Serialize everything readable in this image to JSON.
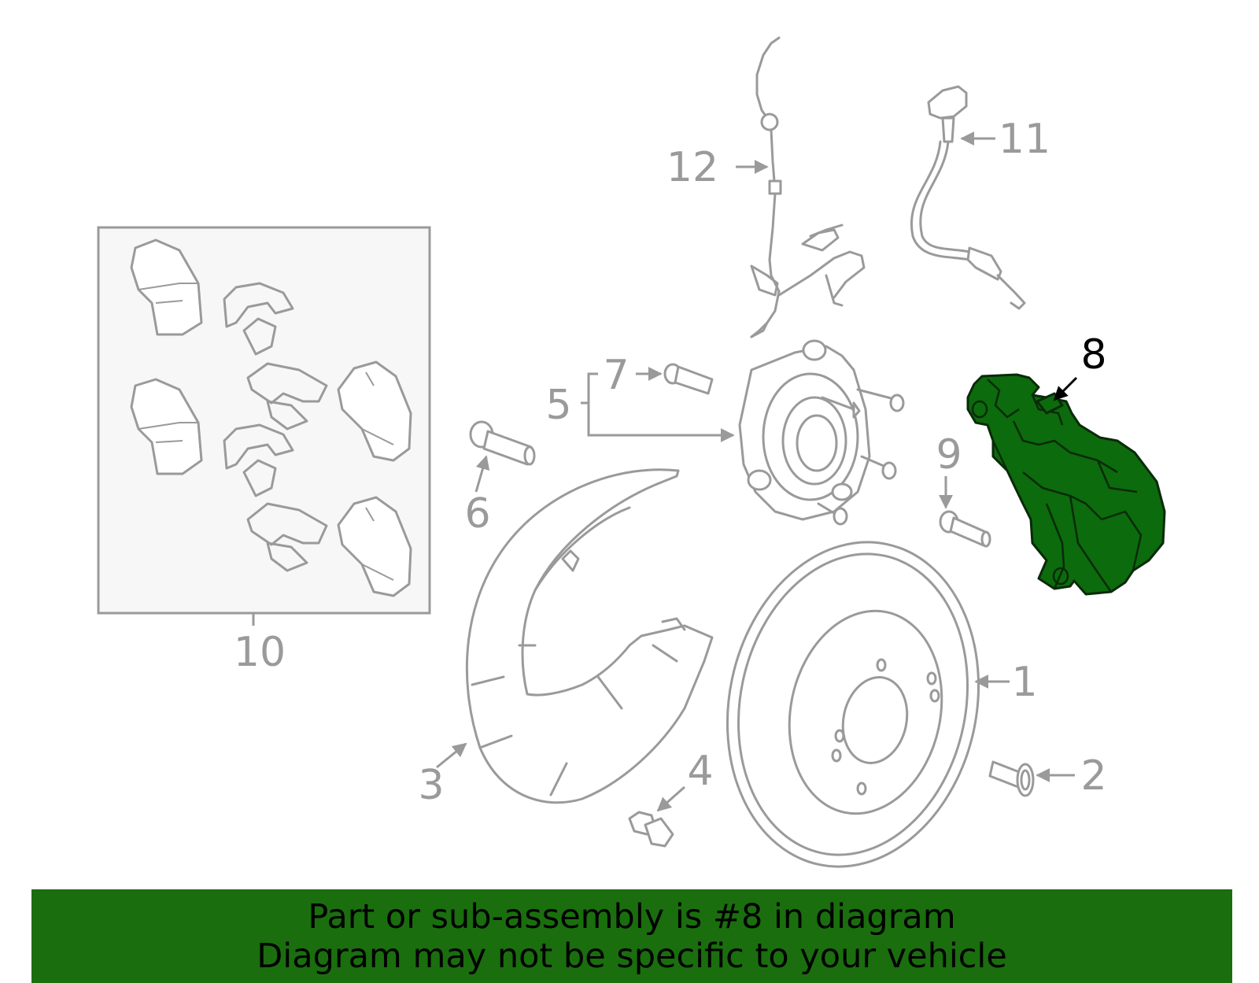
{
  "callouts": {
    "c1": "1",
    "c2": "2",
    "c3": "3",
    "c4": "4",
    "c5": "5",
    "c6": "6",
    "c7": "7",
    "c8": "8",
    "c9": "9",
    "c10": "10",
    "c11": "11",
    "c12": "12"
  },
  "highlighted_part": "8",
  "colors": {
    "highlight_green": "#0c6b0c",
    "banner_green": "#1a6e0e",
    "line_gray": "#9a9a9a",
    "box_fill": "#f7f7f7"
  },
  "banner": {
    "line1": "Part or sub-assembly is #8 in diagram",
    "line2": "Diagram may not be specific to your vehicle"
  }
}
